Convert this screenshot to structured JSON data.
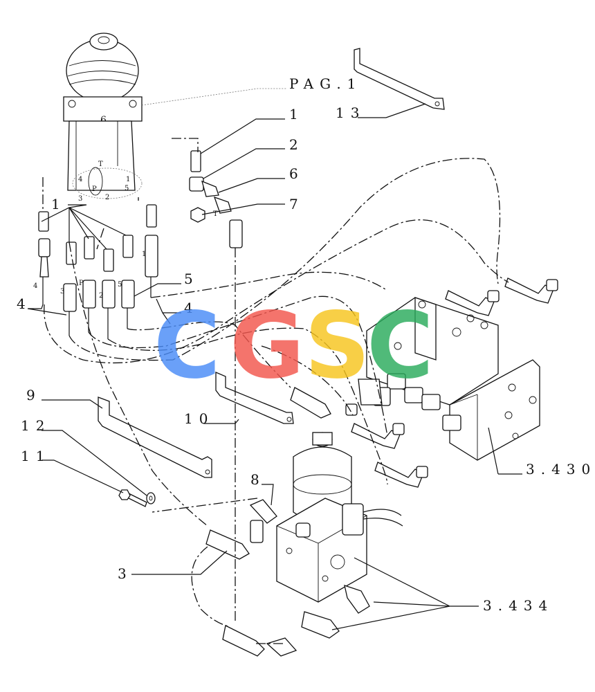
{
  "callouts": {
    "pag1": "PAG.1",
    "c1": "1",
    "c2": "2",
    "c6": "6",
    "c7": "7",
    "c13": "13",
    "c1b": "1",
    "c5": "5",
    "c4a": "4",
    "c4b": "4",
    "c9": "9",
    "c12": "12",
    "c11": "11",
    "c10": "10",
    "c8": "8",
    "c3": "3",
    "ref3430": "3.430",
    "ref3434": "3.434"
  },
  "port_marks": {
    "t_top": "T",
    "p": "P",
    "n4": "4",
    "n3": "3",
    "n1": "1",
    "n2": "2",
    "n5": "5",
    "t_side": "T",
    "h4": "4",
    "h3": "3",
    "hp": "P",
    "h2": "2",
    "h5": "5",
    "h1": "1"
  },
  "watermark": {
    "letters": [
      "C",
      "G",
      "S",
      "C"
    ],
    "colors": [
      "#4a8cf7",
      "#f2564d",
      "#f7c51e",
      "#2aab5c"
    ]
  }
}
